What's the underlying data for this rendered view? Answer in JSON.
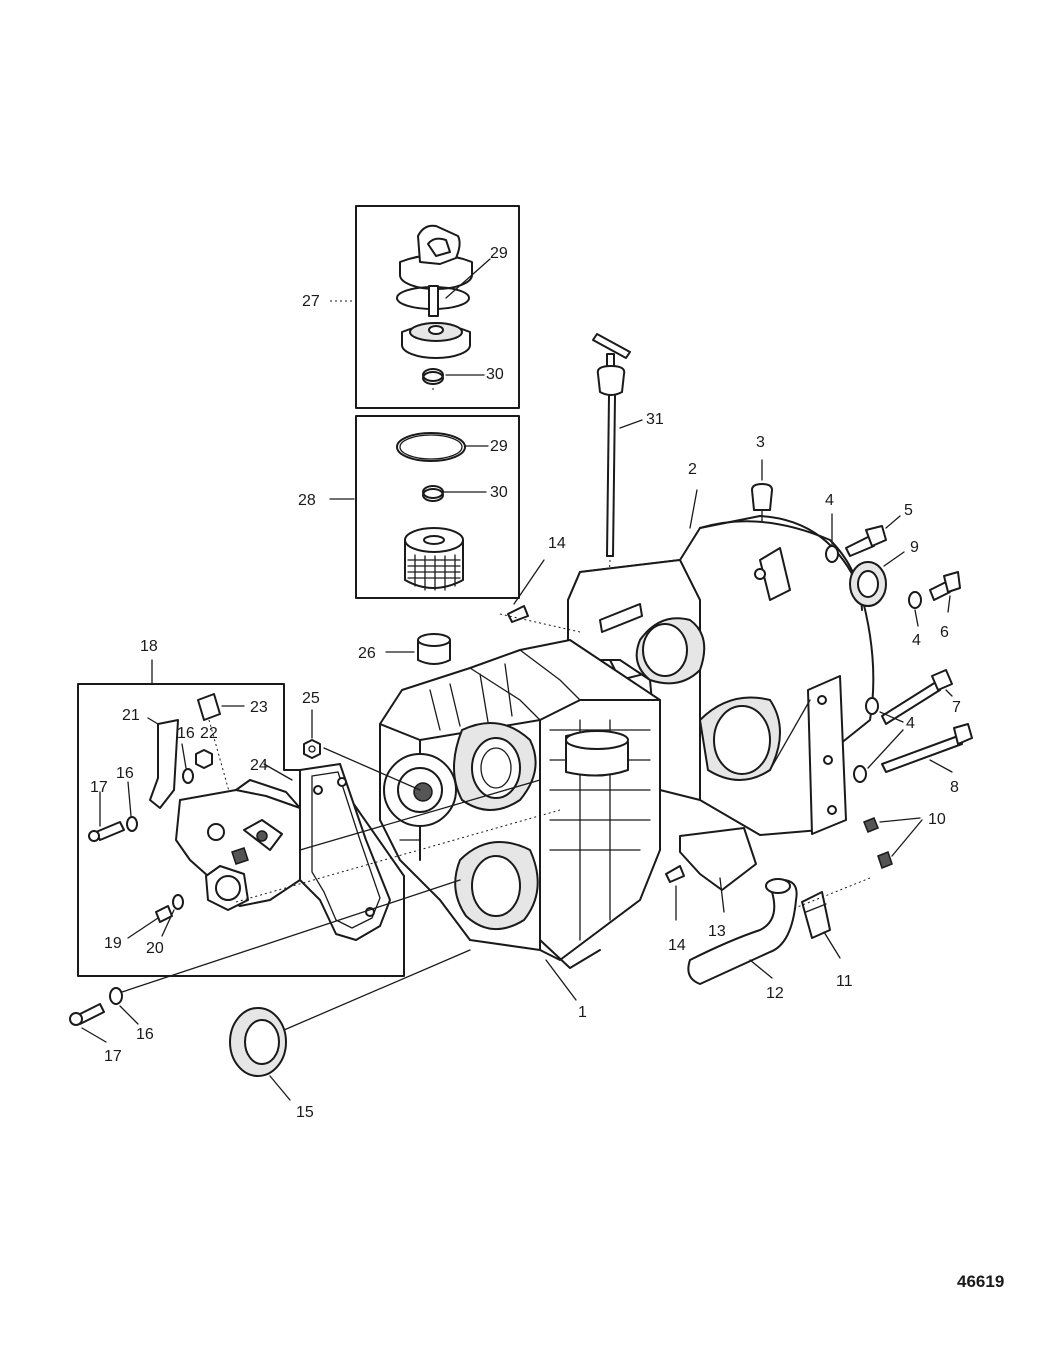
{
  "figure_number": "46619",
  "callouts": {
    "c1": "1",
    "c2": "2",
    "c3": "3",
    "c4a": "4",
    "c4b": "4",
    "c4c": "4",
    "c5": "5",
    "c6": "6",
    "c7": "7",
    "c8": "8",
    "c9": "9",
    "c10": "10",
    "c11": "11",
    "c12": "12",
    "c13": "13",
    "c14a": "14",
    "c14b": "14",
    "c15": "15",
    "c16a": "16",
    "c16b": "16",
    "c16c": "16",
    "c17a": "17",
    "c17b": "17",
    "c18": "18",
    "c19": "19",
    "c20": "20",
    "c21": "21",
    "c22": "22",
    "c23": "23",
    "c24": "24",
    "c25": "25",
    "c26": "26",
    "c27": "27",
    "c28": "28",
    "c29a": "29",
    "c29b": "29",
    "c30a": "30",
    "c30b": "30",
    "c31": "31"
  }
}
